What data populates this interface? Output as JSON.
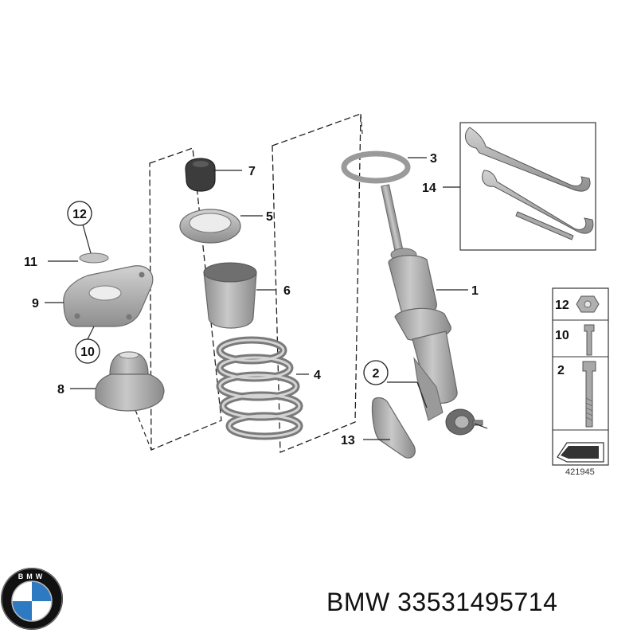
{
  "callouts": {
    "c1": "1",
    "c2": "2",
    "c3": "3",
    "c4": "4",
    "c5": "5",
    "c6": "6",
    "c7": "7",
    "c8": "8",
    "c9": "9",
    "c10": "10",
    "c11": "11",
    "c12": "12",
    "c13": "13",
    "c14": "14"
  },
  "legend": {
    "row1": "12",
    "row2": "10",
    "row3": "2"
  },
  "diagram_number": "421945",
  "logo": {
    "text": "BMW"
  },
  "caption": {
    "brand": "BMW",
    "part_number": "33531495714"
  },
  "colors": {
    "part_fill": "#b4b4b4",
    "part_dark": "#7a7a7a",
    "line": "#222222",
    "brand_blue": "#2d7ac3"
  }
}
